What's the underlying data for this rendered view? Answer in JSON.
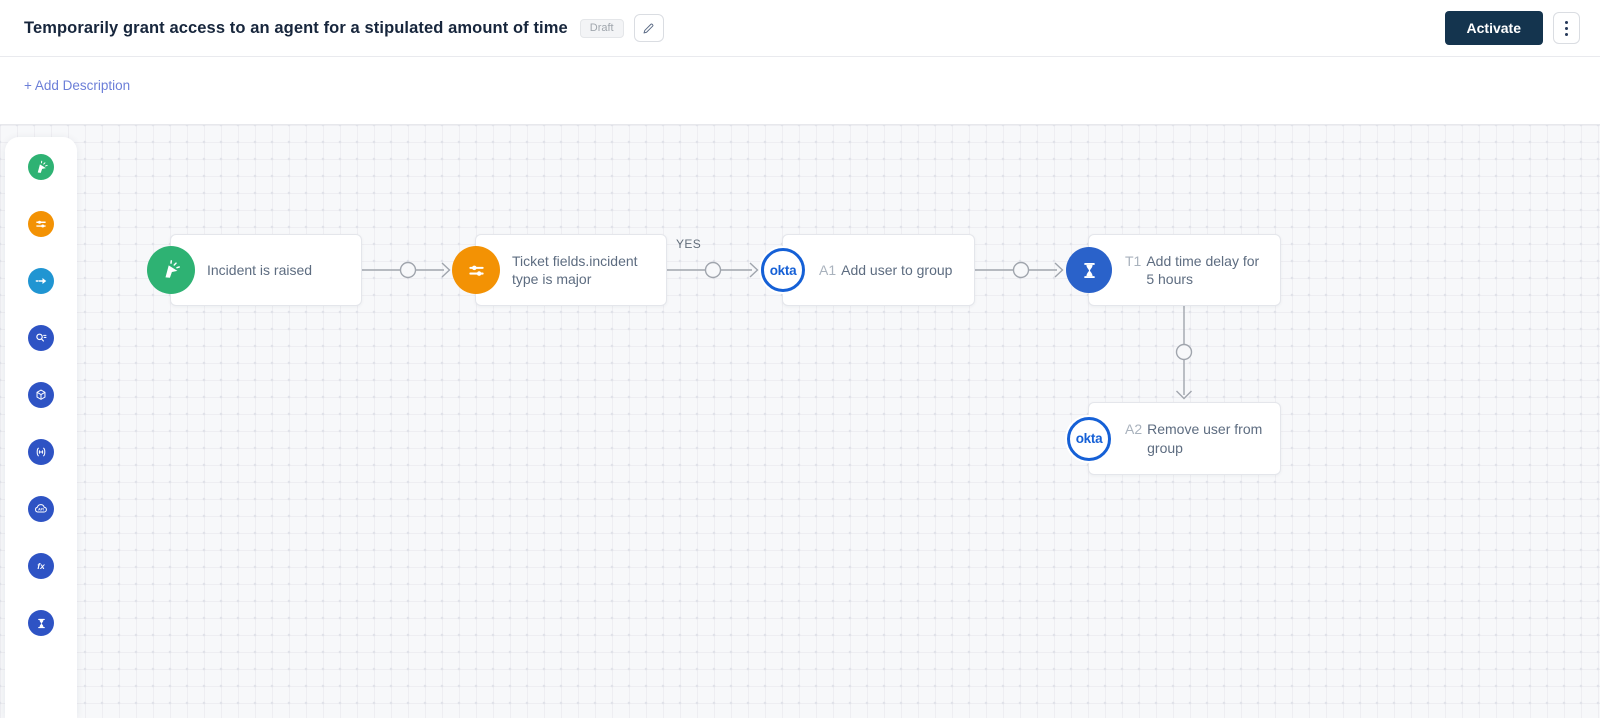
{
  "header": {
    "title": "Temporarily grant access to an agent for a stipulated amount of time",
    "status_badge": "Draft",
    "activate_button": "Activate"
  },
  "description_bar": {
    "add_description_label": "+ Add Description"
  },
  "palette": {
    "items": [
      {
        "name": "trigger-icon",
        "color": "#2eb273"
      },
      {
        "name": "condition-icon",
        "color": "#f39204"
      },
      {
        "name": "action-icon",
        "color": "#2095d2"
      },
      {
        "name": "lookup-icon",
        "color": "#2e53c4"
      },
      {
        "name": "catalog-icon",
        "color": "#2e53c4"
      },
      {
        "name": "connector-icon",
        "color": "#2e53c4"
      },
      {
        "name": "api-icon",
        "color": "#2e53c4",
        "text": "API"
      },
      {
        "name": "function-icon",
        "color": "#2e53c4",
        "text": "fx"
      },
      {
        "name": "delay-icon",
        "color": "#2e53c4"
      }
    ]
  },
  "canvas": {
    "okta_logo_text": "okta",
    "connector_labels": {
      "yes": "YES"
    },
    "nodes": [
      {
        "id": "trigger",
        "prefix": "",
        "label": "Incident is raised",
        "icon": "trigger-icon"
      },
      {
        "id": "condition",
        "prefix": "",
        "label": "Ticket fields.incident type is major",
        "icon": "condition-icon"
      },
      {
        "id": "action-1",
        "prefix": "A1",
        "label": "Add user to group",
        "icon": "okta-logo"
      },
      {
        "id": "timer-1",
        "prefix": "T1",
        "label": "Add time delay for 5 hours",
        "icon": "delay-icon"
      },
      {
        "id": "action-2",
        "prefix": "A2",
        "label": "Remove user from group",
        "icon": "okta-logo"
      }
    ]
  },
  "colors": {
    "activate_bg": "#14344e",
    "okta_blue": "#1560d6",
    "connector_gray": "#a0a5ad",
    "link_blue": "#6c7fd8"
  }
}
